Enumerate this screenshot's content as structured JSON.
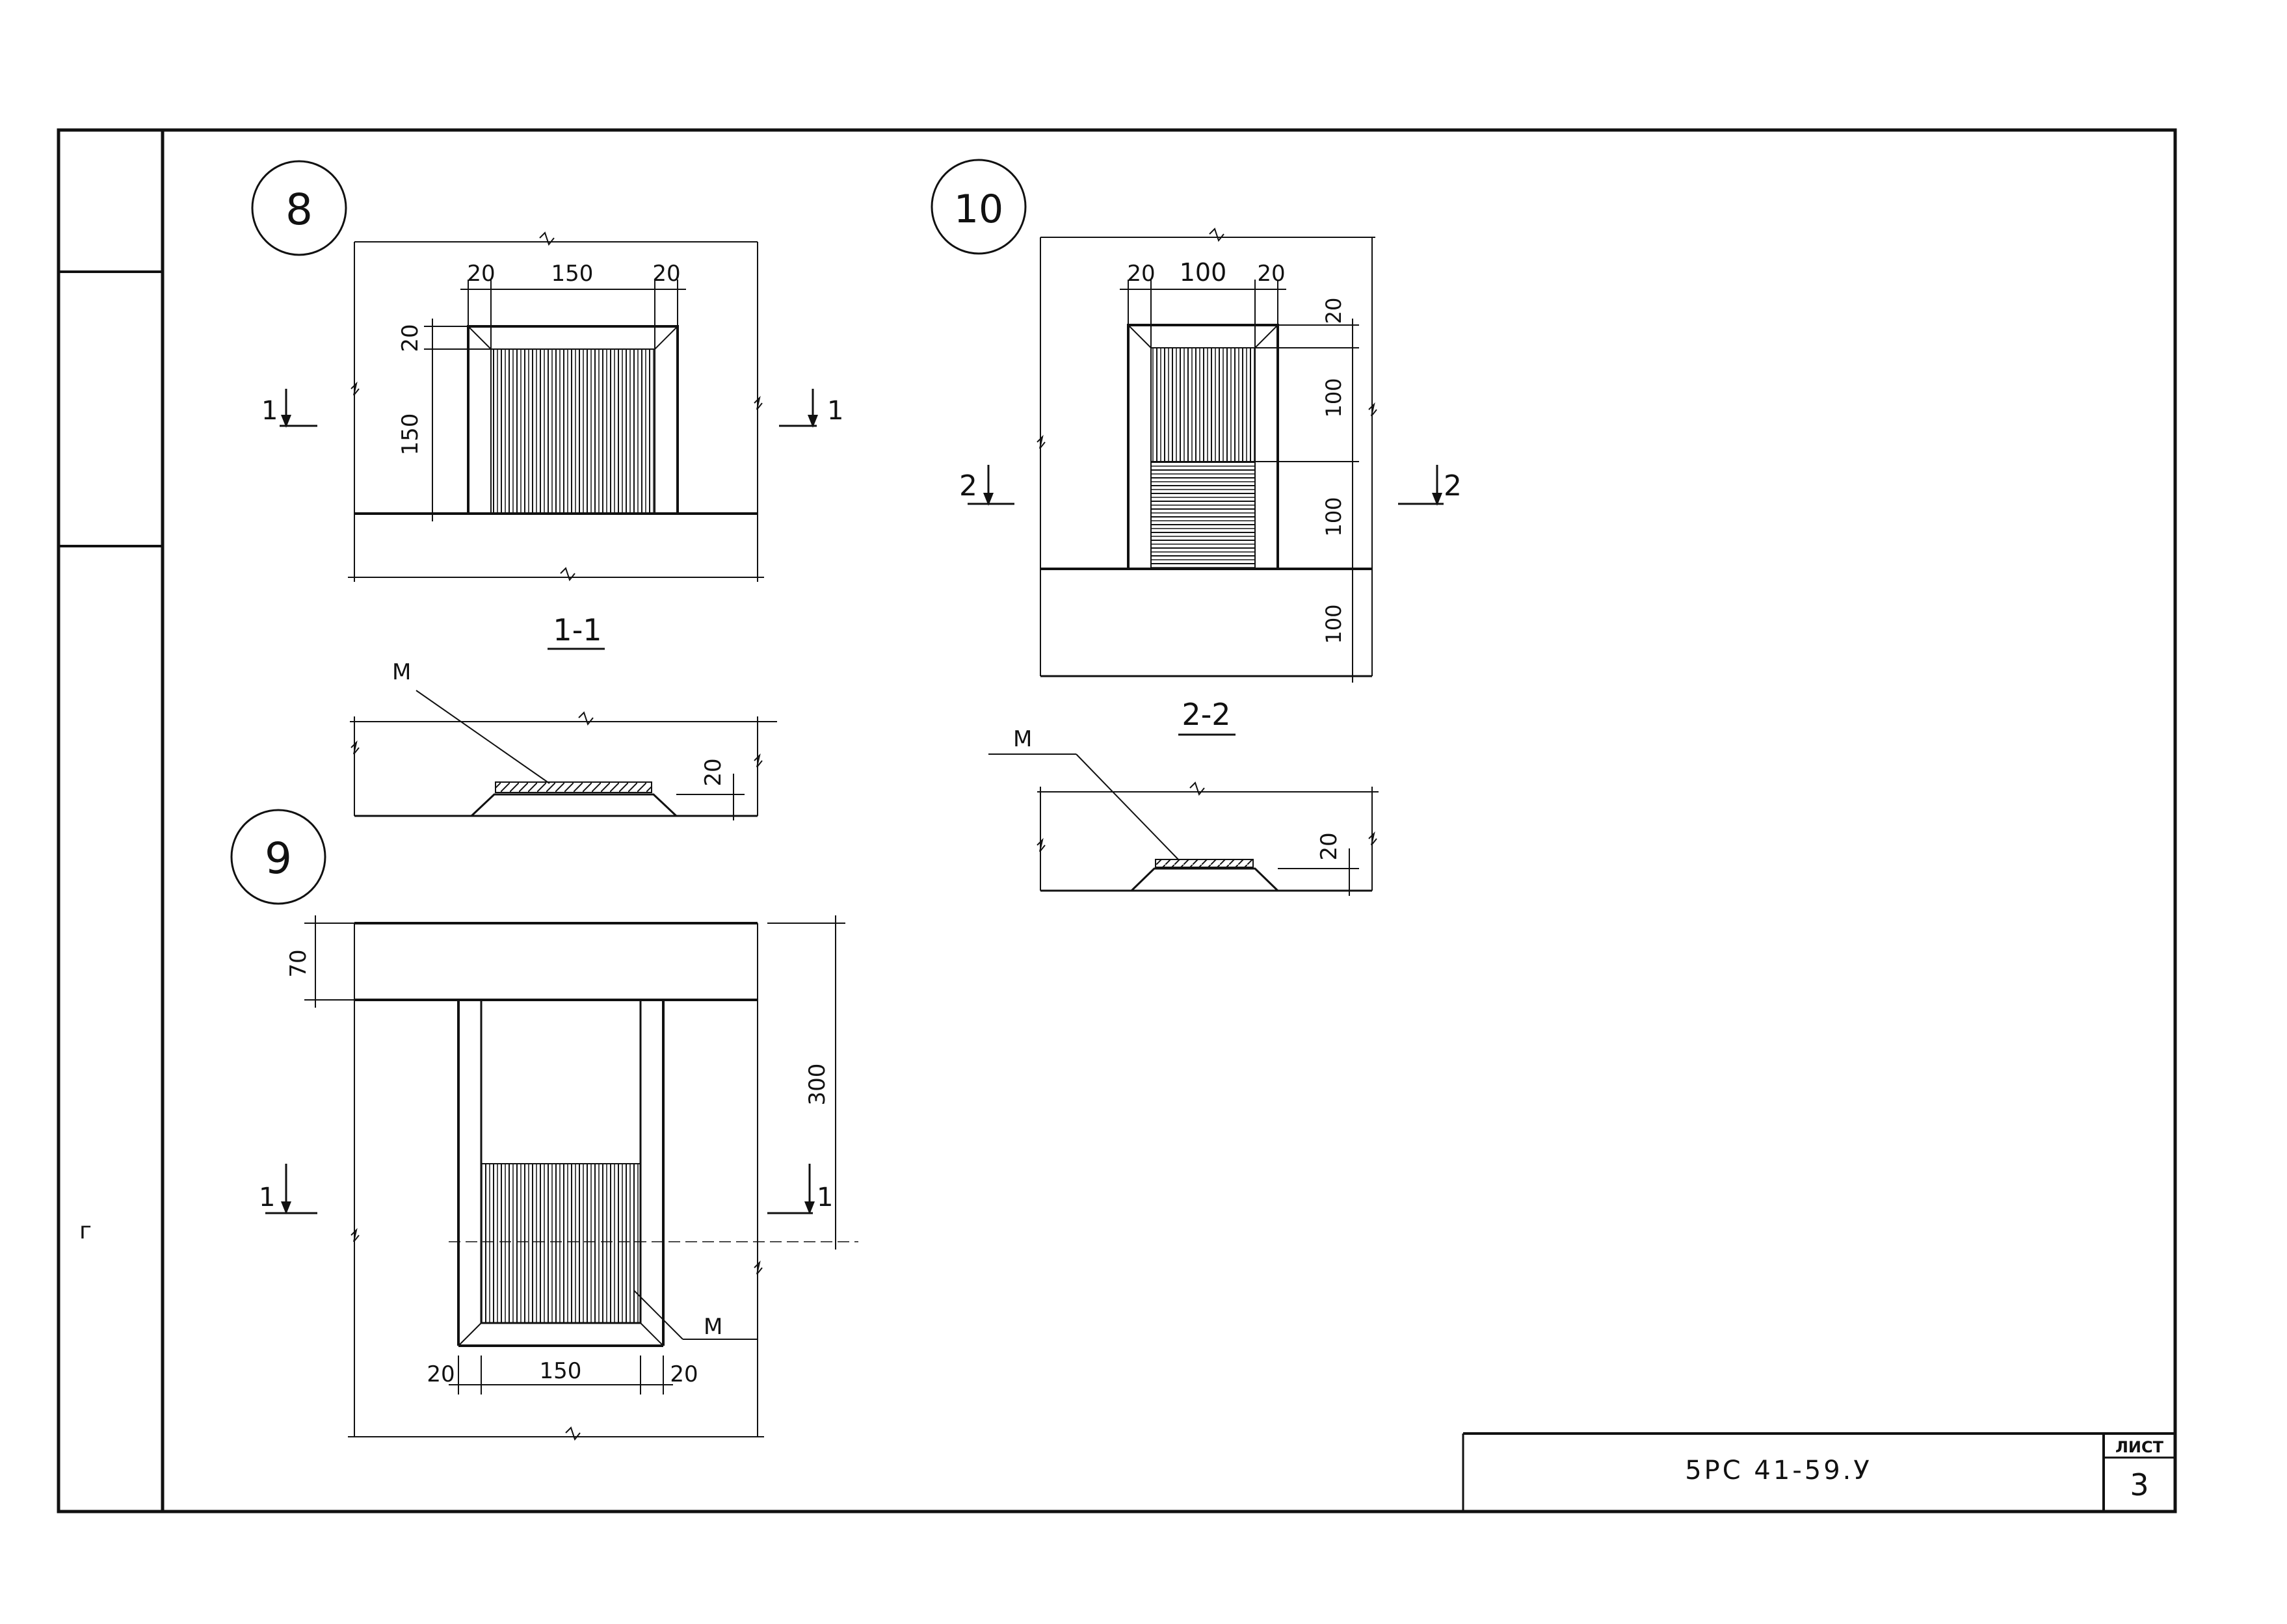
{
  "margin_note": "г",
  "title_block": {
    "code": "5PC 41-59.У",
    "sheet_label": "ЛИСТ",
    "sheet_number": "3"
  },
  "detail_8": {
    "number": "8",
    "dims": [
      "20",
      "150",
      "20",
      "20",
      "150"
    ],
    "section_mark": "1",
    "section_title": "1-1",
    "section_material": "M",
    "section_dim": "20"
  },
  "detail_9": {
    "number": "9",
    "dims_side": [
      "70",
      "300"
    ],
    "dims_bottom": [
      "20",
      "150",
      "20"
    ],
    "section_mark": "1",
    "material": "M"
  },
  "detail_10": {
    "number": "10",
    "dims_top": [
      "20",
      "100",
      "20"
    ],
    "dims_side": [
      "20",
      "100",
      "100",
      "100"
    ],
    "section_mark": "2",
    "section_title": "2-2",
    "section_material": "M",
    "section_dim": "20"
  },
  "colors": {
    "ink": "#111111",
    "paper": "#ffffff"
  }
}
